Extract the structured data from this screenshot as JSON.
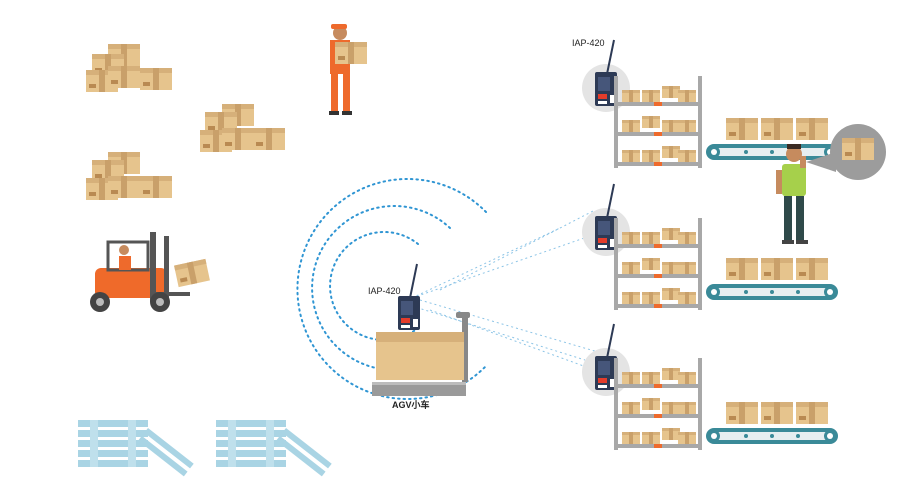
{
  "labels": {
    "router_top": "IAP-420",
    "router_agv": "IAP-420",
    "agv_caption": "AGV小车"
  },
  "colors": {
    "box": "#e6c48d",
    "box_dark": "#c9a06a",
    "box_tape": "#b98a52",
    "signal": "#2f95d3",
    "rack": "#a8a8a8",
    "conveyor": "#3a8a98",
    "worker_orange": "#ee6a2c",
    "vest": "#a6d04b",
    "pallet": "#a9d4e4",
    "forklift": "#ef6a2a",
    "router": "#2d3a55",
    "router_red": "#e33c2b",
    "circle_bg": "#e4e4e4",
    "bubble": "#9c9c9c"
  },
  "icons": {
    "router": "industrial-wifi-router-icon",
    "agv": "agv-cart-icon",
    "forklift": "forklift-icon",
    "worker": "warehouse-worker-icon",
    "rack": "shelving-rack-icon",
    "conveyor": "conveyor-belt-icon",
    "pallet": "pallet-icon",
    "box": "cardboard-box-icon"
  }
}
